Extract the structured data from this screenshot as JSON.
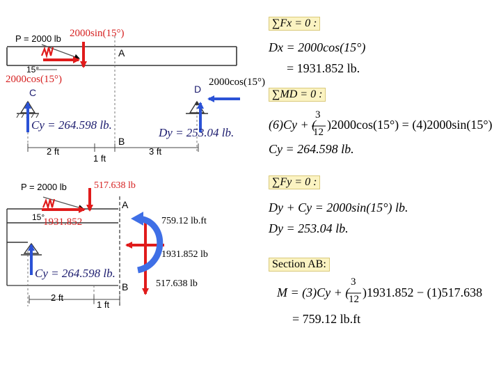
{
  "upper_figure": {
    "p_label": "P = 2000 lb",
    "vertical_force_label": "2000sin(15°)",
    "horizontal_force_label": "2000cos(15°)",
    "angle_label": "15°",
    "point_a": "A",
    "point_b": "B",
    "point_c": "C",
    "point_d": "D",
    "d_force_label": "2000cos(15°)",
    "cy_label": "Cy = 264.598  lb.",
    "dy_label": "Dy = 253.04  lb.",
    "dim_2ft": "2 ft",
    "dim_1ft": "1 ft",
    "dim_3ft": "3 ft"
  },
  "lower_figure": {
    "p_label": "P = 2000 lb",
    "top_force_label": "517.638 lb",
    "horizontal_label": "1931.852",
    "angle_label": "15°",
    "point_a": "A",
    "point_b": "B",
    "moment_label": "759.12 lb.ft",
    "right_force_label": "1931.852  lb",
    "bottom_force_label": "517.638 lb",
    "cy_label": "Cy = 264.598  lb.",
    "dim_2ft": "2 ft",
    "dim_1ft": "1 ft"
  },
  "equations": {
    "sum_fx_header": "∑Fx = 0 :",
    "fx_line1": "Dx = 2000cos(15°)",
    "fx_line2": "= 1931.852  lb.",
    "sum_md_header": "∑MD = 0 :",
    "md_line1_a": "(6)Cy + (",
    "md_frac_num": "3",
    "md_frac_den": "12",
    "md_line1_b": ")2000cos(15°) = (4)2000sin(15°)",
    "md_line2": "Cy = 264.598  lb.",
    "sum_fy_header": "∑Fy = 0 :",
    "fy_line1": "Dy + Cy = 2000sin(15°)  lb.",
    "fy_line2": "Dy = 253.04  lb.",
    "section_header": "Section AB:",
    "m_line1_a": "M = (3)Cy + (",
    "m_frac_num": "3",
    "m_frac_den": "12",
    "m_line1_b": ")1931.852 − (1)517.638",
    "m_line2": "= 759.12 lb.ft"
  },
  "colors": {
    "red_arrow": "#e01b1b",
    "blue_arrow": "#2b52d6",
    "moment_blue": "#3f6fe6",
    "highlight": "#fbf3c2",
    "zigzag": "#e01b1b"
  }
}
